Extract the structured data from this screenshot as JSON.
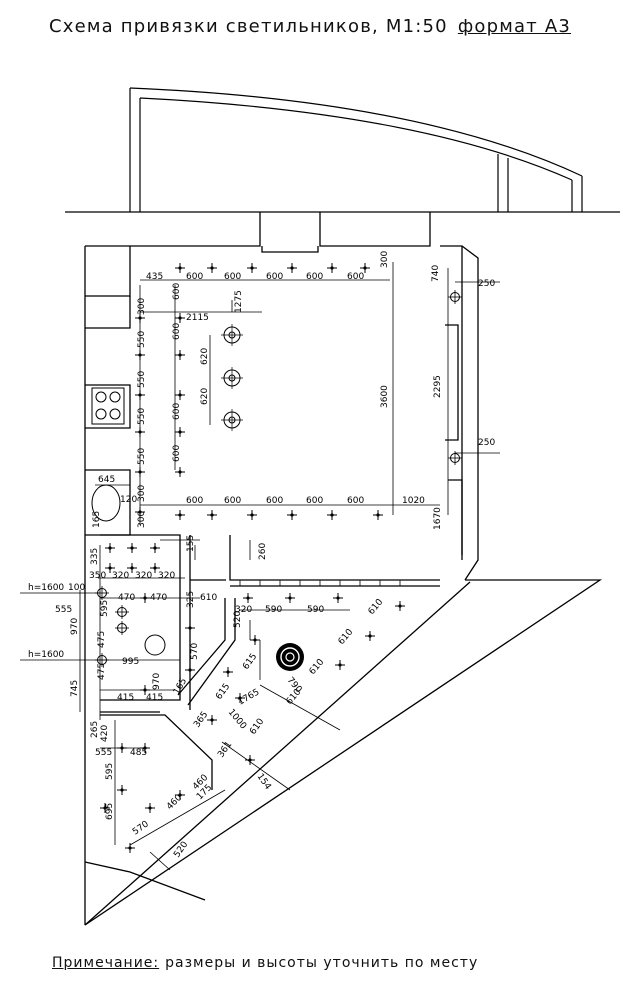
{
  "title": {
    "text": "Схема привязки светильников, М1:50",
    "format": "формат А3"
  },
  "note": {
    "label": "Примечание:",
    "text": "размеры и высоты уточнить по месту"
  },
  "colors": {
    "line": "#000000",
    "background": "#ffffff"
  },
  "dimensions": {
    "top_row": [
      "435",
      "600",
      "600",
      "600",
      "600",
      "600",
      "300"
    ],
    "right_top": "740",
    "right_250_a": "250",
    "right_250_b": "250",
    "right_2295": "2295",
    "right_1670": "1670",
    "center_3600": "3600",
    "center_2115": "2115",
    "center_1275": "1275",
    "center_620_a": "620",
    "center_620_b": "620",
    "left_col": [
      "300",
      "550",
      "550",
      "550",
      "550",
      "300"
    ],
    "col2": [
      "600",
      "600",
      "600",
      "600"
    ],
    "bottom_row": [
      "600",
      "600",
      "600",
      "600",
      "600",
      "1020"
    ],
    "d645": "645",
    "d120": "120",
    "d165": "165",
    "d300b": "300",
    "d155": "155",
    "d260": "260",
    "d335": "335",
    "row_350": [
      "350",
      "320",
      "320",
      "320"
    ],
    "h1600_a": "h=1600",
    "h1600_b": "h=1600",
    "d100": "100",
    "d555": "555",
    "d470a": "470",
    "d470b": "470",
    "d325": "325",
    "d610a": "610",
    "d970": "970",
    "d595": "595",
    "d475": "475",
    "d570": "570",
    "d995": "995",
    "d475b": "475",
    "d745": "745",
    "d970b": "970",
    "d415a": "415",
    "d415b": "415",
    "d165b": "165",
    "d320": "320",
    "d590a": "590",
    "d590b": "590",
    "d610b": "610",
    "d610c": "610",
    "d610d": "610",
    "d610e": "610",
    "d520": "520",
    "d615a": "615",
    "d615b": "615",
    "d1765": "1765",
    "d790": "790",
    "d365": "365",
    "d1000": "1000",
    "d610f": "610",
    "d361": "361",
    "d265": "265",
    "d420": "420",
    "d555b": "555",
    "d485": "485",
    "d595b": "595",
    "d460a": "460",
    "d460b": "460",
    "d175": "175",
    "d154": "154",
    "d695": "695",
    "d570b": "570",
    "d520b": "520"
  }
}
